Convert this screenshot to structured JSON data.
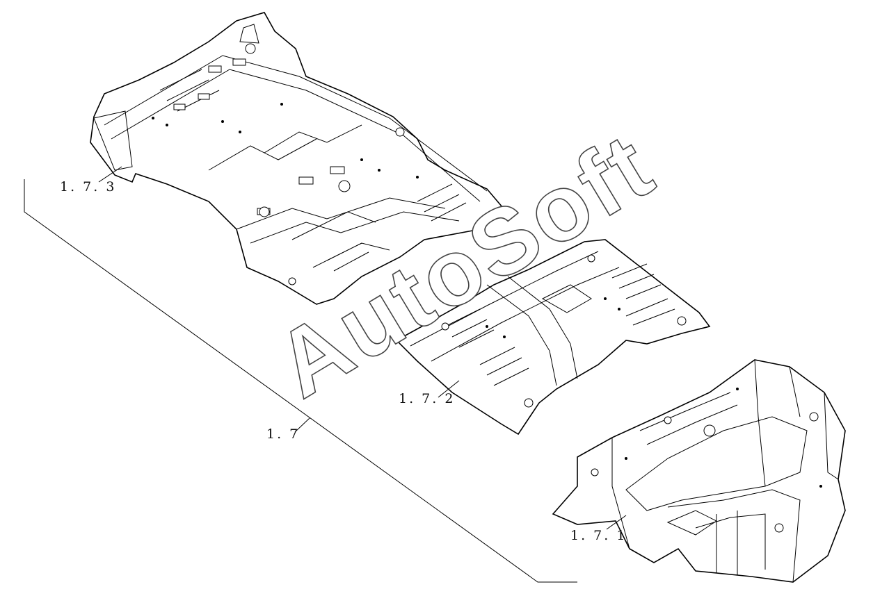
{
  "diagram": {
    "parts": [
      {
        "id": "rear-floor",
        "label": "1. 7. 3"
      },
      {
        "id": "front-floor",
        "label": "1. 7. 2"
      },
      {
        "id": "front-compartment",
        "label": "1. 7. 1"
      }
    ],
    "assembly_label": "1. 7",
    "watermark": "AutoSoft"
  }
}
